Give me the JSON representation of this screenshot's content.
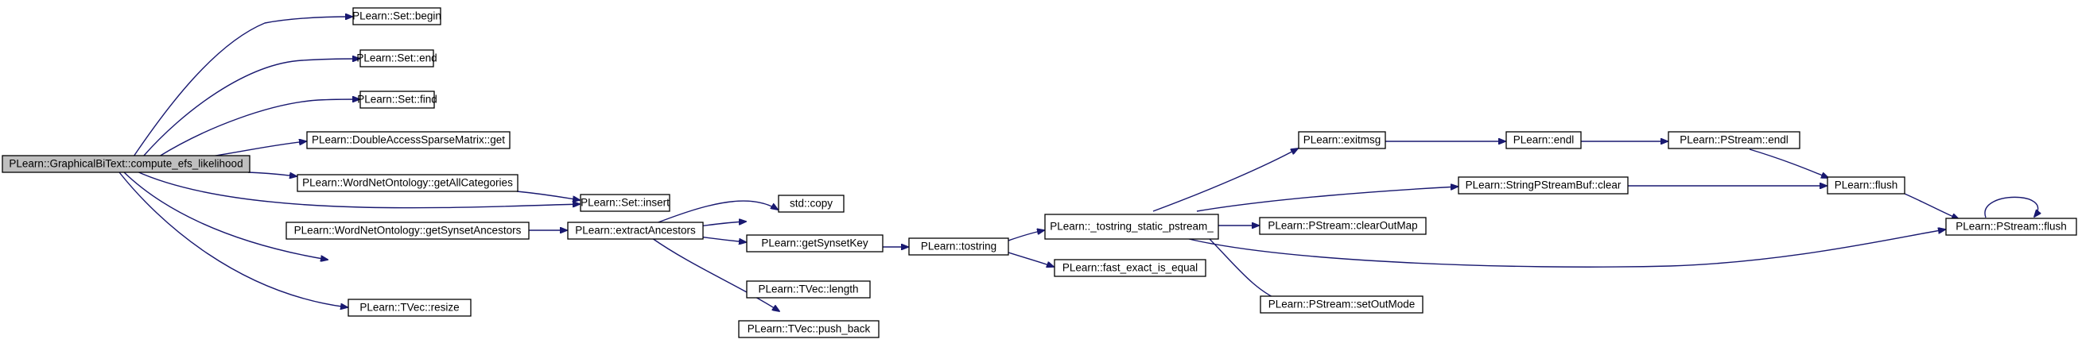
{
  "colors": {
    "edge": "#191970",
    "root_fill": "#bfbfbf",
    "node_fill": "#ffffff",
    "node_border": "#000000"
  },
  "nodes": {
    "root": "PLearn::GraphicalBiText::compute_efs_likelihood",
    "set_begin": "PLearn::Set::begin",
    "set_end": "PLearn::Set::end",
    "set_find": "PLearn::Set::find",
    "dasm_get": "PLearn::DoubleAccessSparseMatrix::get",
    "wno_getAllCategories": "PLearn::WordNetOntology::getAllCategories",
    "set_insert": "PLearn::Set::insert",
    "wno_getSynsetAncestors": "PLearn::WordNetOntology::getSynsetAncestors",
    "tvec_resize": "PLearn::TVec::resize",
    "extractAncestors": "PLearn::extractAncestors",
    "std_copy": "std::copy",
    "getSynsetKey": "PLearn::getSynsetKey",
    "tvec_length": "PLearn::TVec::length",
    "tvec_push_back": "PLearn::TVec::push_back",
    "tostring": "PLearn::tostring",
    "tostring_static": "PLearn::_tostring_static_pstream_",
    "fast_exact": "PLearn::fast_exact_is_equal",
    "exitmsg": "PLearn::exitmsg",
    "stringbuf_clear": "PLearn::StringPStreamBuf::clear",
    "clearOutMap": "PLearn::PStream::clearOutMap",
    "setOutMode": "PLearn::PStream::setOutMode",
    "endl": "PLearn::endl",
    "pstream_endl": "PLearn::PStream::endl",
    "flush": "PLearn::flush",
    "pstream_flush": "PLearn::PStream::flush"
  }
}
